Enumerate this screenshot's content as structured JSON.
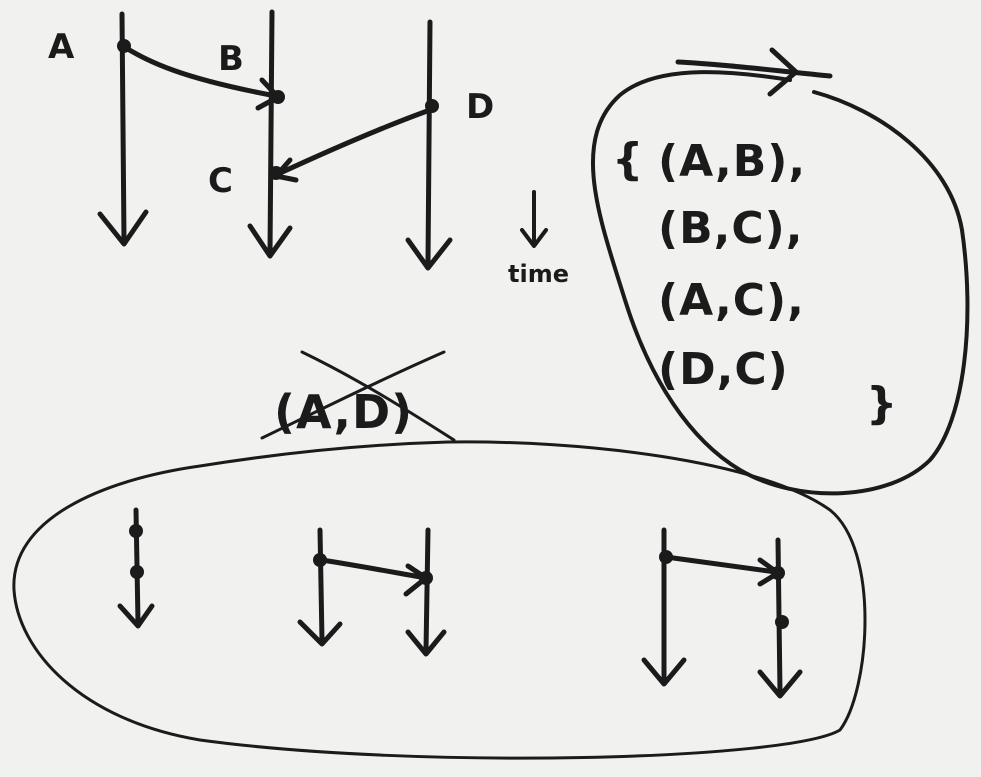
{
  "processes": {
    "a": "A",
    "b": "B",
    "c": "C",
    "d": "D"
  },
  "time_label": "time",
  "relation": {
    "brace_open": "{",
    "brace_close": "}",
    "pairs": [
      "(A,B),",
      "(B,C),",
      "(A,C),",
      "(D,C)"
    ]
  },
  "crossed_pair": "(A,D)"
}
